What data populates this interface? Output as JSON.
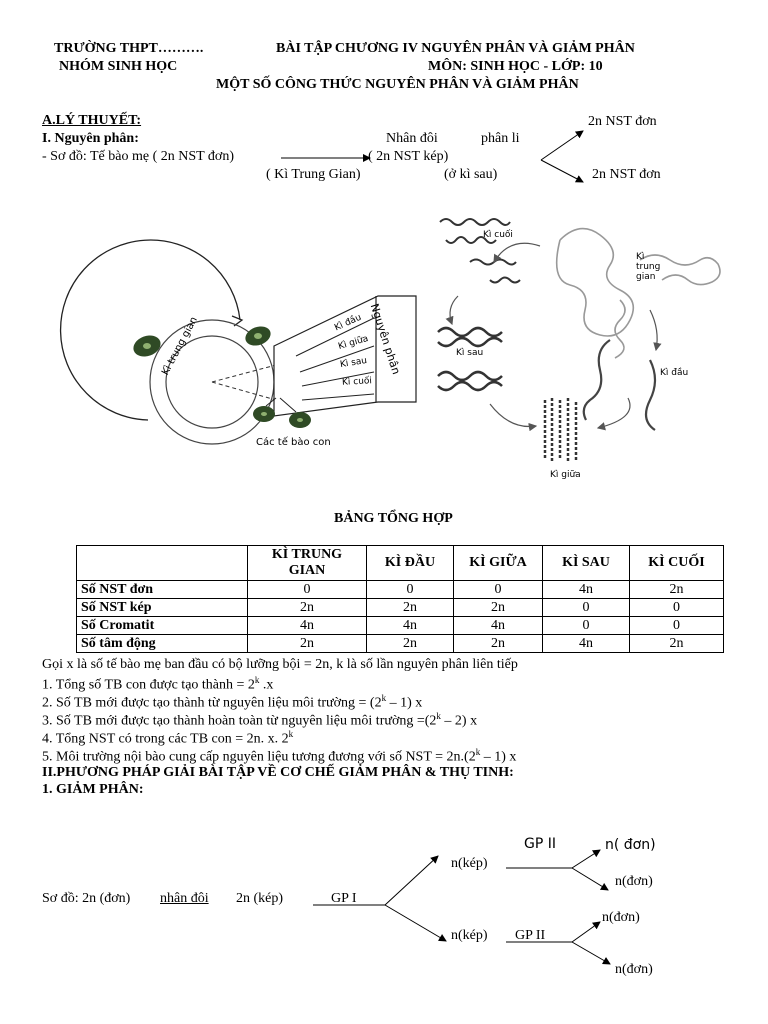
{
  "header": {
    "school": "TRƯỜNG THPT……….",
    "group": "NHÓM SINH HỌC",
    "title": "BÀI TẬP CHƯƠNG IV NGUYÊN PHÂN VÀ GIẢM PHÂN",
    "subject": "MÔN: SINH HỌC -   LỚP: 10",
    "subtitle": "MỘT SỐ CÔNG THỨC NGUYÊN PHÂN VÀ GIẢM PHÂN"
  },
  "theory": {
    "heading": "A.LÝ THUYẾT:",
    "mitosis_num": "I",
    "mitosis_title": ". Nguyên phân:",
    "schema_label": "- Sơ đồ:  Tế bào mẹ ( 2n NST đơn)",
    "replicate": "Nhân đôi",
    "separate": "phân li",
    "kep": "( 2n NST kép)",
    "interphase": "( Kì Trung Gian)",
    "anaphase": "(ở kì sau)",
    "single_top": "2n NST đơn",
    "single_bottom": "2n NST đơn"
  },
  "figure": {
    "interphase_label": "Kì trung gian",
    "mitosis_label": "Nguyên phân",
    "stages": [
      "Kì đầu",
      "Kì giữa",
      "Kì sau",
      "Kì cuối"
    ],
    "daughter_cells": "Các tế bào con",
    "cycle_labels": {
      "telophase": "Kì cuối",
      "interphase": "Kì trung gian",
      "anaphase": "Kì sau",
      "prophase": "Kì đầu",
      "metaphase": "Kì giữa"
    }
  },
  "summary": {
    "title": "BẢNG TỔNG HỢP",
    "columns": [
      "",
      "KÌ TRUNG GIAN",
      "KÌ ĐẦU",
      "KÌ GIỮA",
      "KÌ SAU",
      "KÌ CUỐI"
    ],
    "rows": [
      {
        "label": "Số NST đơn",
        "values": [
          "0",
          "0",
          "0",
          "4n",
          "2n"
        ]
      },
      {
        "label": "Số NST kép",
        "values": [
          "2n",
          "2n",
          "2n",
          "0",
          "0"
        ]
      },
      {
        "label": "Số Cromatit",
        "values": [
          "4n",
          "4n",
          "4n",
          "0",
          "0"
        ]
      },
      {
        "label": "Số tâm động",
        "values": [
          "2n",
          "2n",
          "2n",
          "4n",
          "2n"
        ]
      }
    ]
  },
  "formulas": {
    "intro": "Gọi x là số tế bào mẹ ban đầu có bộ lưỡng bội = 2n, k là số lần nguyên phân liên tiếp",
    "f1_a": "1. Tổng số TB con được tạo thành = 2",
    "f1_sup": "k",
    "f1_b": " .x",
    "f2_a": "2. Số TB mới được tạo thành từ nguyên liệu môi trường = (2",
    "f2_sup": "k",
    "f2_b": " – 1) x",
    "f3_a": "3. Số TB mới được tạo thành hoàn toàn từ nguyên liệu môi trường =(2",
    "f3_sup": "k",
    "f3_b": " – 2) x",
    "f4_a": "4. Tổng NST có trong các TB con = 2n. x. 2",
    "f4_sup": "k",
    "f5_a": "5. Môi trường nội bào cung cấp nguyên liệu tương đương với số NST = 2n.(2",
    "f5_sup": "k",
    "f5_b": " – 1) x"
  },
  "section2": {
    "heading": "II.PHƯƠNG PHÁP GIẢI BÀI TẬP VỀ CƠ CHẾ GIẢM PHÂN & THỤ TINH:",
    "sub": "1. GIẢM PHÂN:"
  },
  "meiosis": {
    "schema": "Sơ đồ: 2n (đơn)",
    "replicate": "nhân đôi",
    "kep2n": "2n (kép)",
    "gp1": "GP I",
    "n_kep_top": "n(kép)",
    "n_kep_bottom": "n(kép)",
    "gp2_top": "GP II",
    "gp2_bottom": "GP II",
    "n_don_1": "n( đơn)",
    "n_don_2": "n(đơn)",
    "n_don_3": "n(đơn)",
    "n_don_4": "n(đơn)"
  }
}
